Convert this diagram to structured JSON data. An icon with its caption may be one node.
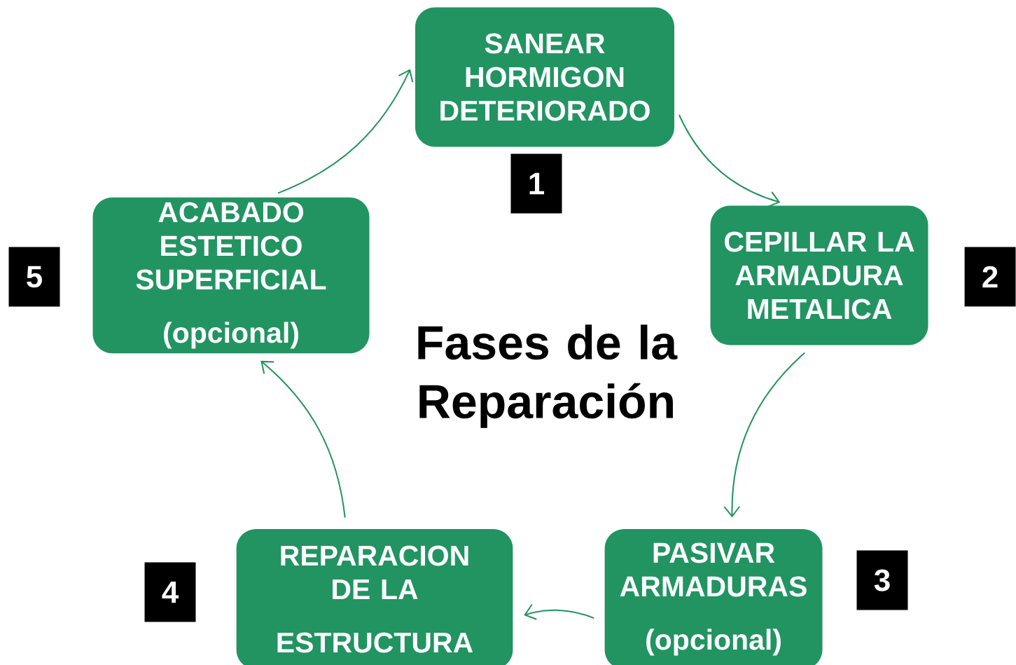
{
  "diagram": {
    "title": "Fases de la Reparación",
    "nodes": [
      {
        "text": [
          "SANEAR HORMIGON DETERIORADO"
        ],
        "beside": [
          "1"
        ]
      },
      {
        "text": [
          "CEPILLAR LA ARMADURA METALICA"
        ],
        "beside": [
          "2"
        ]
      },
      {
        "text": [
          "PASIVAR ARMADURAS",
          "(opcional)"
        ],
        "beside": [
          "3"
        ]
      },
      {
        "text": [
          "REPARACION DE LA",
          "ESTRUCTURA"
        ],
        "beside": [
          "4"
        ]
      },
      {
        "text": [
          "ACABADO ESTETICO SUPERFICIAL",
          "(opcional)"
        ],
        "beside": [
          "5"
        ]
      }
    ],
    "edges": [
      {
        "from": 0,
        "to": 1,
        "arrow": "to"
      },
      {
        "from": 1,
        "to": 2,
        "arrow": "to"
      },
      {
        "from": 2,
        "to": 3,
        "arrow": "to"
      },
      {
        "from": 3,
        "to": 4,
        "arrow": "to"
      },
      {
        "from": 4,
        "to": 0,
        "arrow": "to"
      }
    ]
  }
}
